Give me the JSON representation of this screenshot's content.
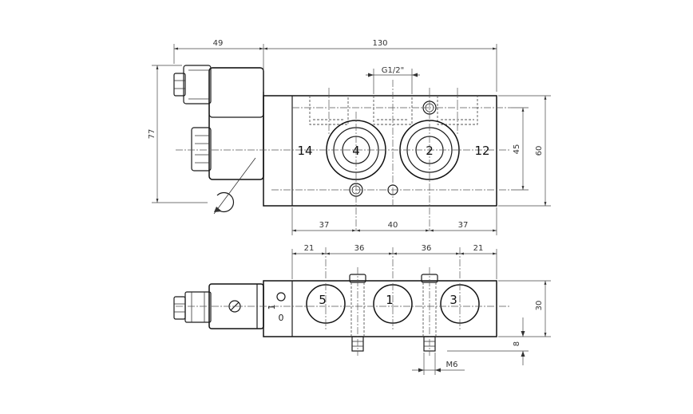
{
  "top_view": {
    "dims": {
      "coil_width": "49",
      "body_length": "130",
      "thread": "G1/2\"",
      "height_overall": "77",
      "spacing_a": "37",
      "spacing_b": "40",
      "spacing_c": "37",
      "port_pitch": "45",
      "body_width": "60"
    },
    "ports": {
      "left": "14",
      "p4": "4",
      "p2": "2",
      "right": "12"
    }
  },
  "side_view": {
    "dims": {
      "edge_left": "21",
      "pitch_left": "36",
      "pitch_right": "36",
      "edge_right": "21",
      "height": "30",
      "bolt_len": "8",
      "bolt_thread": "M6"
    },
    "ports": {
      "p5": "5",
      "p1": "1",
      "p3": "3"
    },
    "manual_override": {
      "on": "1",
      "off": "0"
    }
  }
}
